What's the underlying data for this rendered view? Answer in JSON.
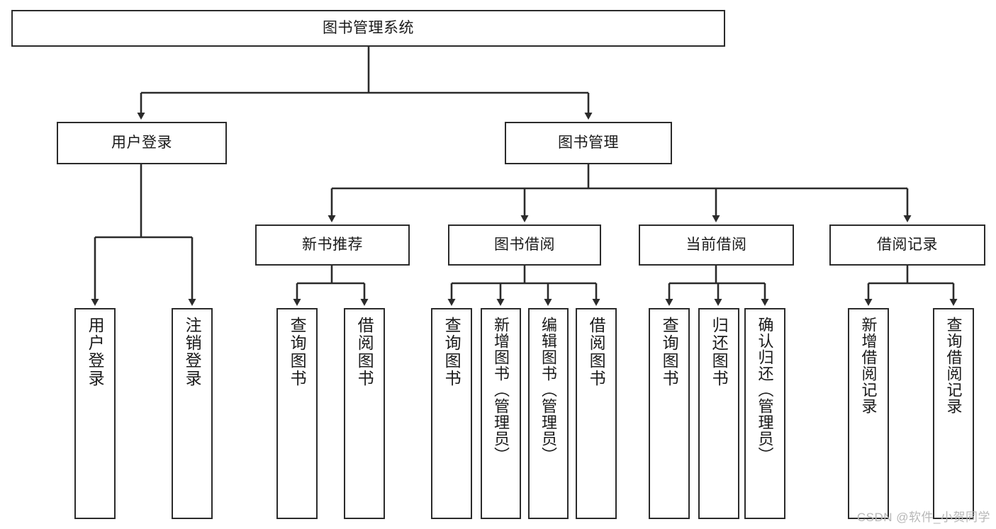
{
  "diagram": {
    "type": "tree-hierarchy-chart",
    "title": "图书管理系统",
    "watermark": "CSDN @软件_小贺同学",
    "colors": {
      "stroke": "#2b2b2b",
      "fill": "#ffffff",
      "text": "#1a1a1a",
      "watermark": "#b7b7b7",
      "background": "#ffffff"
    },
    "nodes": {
      "root": {
        "label": "图书管理系统",
        "level": 0,
        "orientation": "horizontal"
      },
      "level1": [
        {
          "id": "user-login",
          "label": "用户登录",
          "orientation": "horizontal"
        },
        {
          "id": "book-management",
          "label": "图书管理",
          "orientation": "horizontal"
        }
      ],
      "level2": [
        {
          "id": "new-book-recommend",
          "label": "新书推荐",
          "parent": "book-management",
          "orientation": "horizontal"
        },
        {
          "id": "book-borrow",
          "label": "图书借阅",
          "parent": "book-management",
          "orientation": "horizontal"
        },
        {
          "id": "current-borrow",
          "label": "当前借阅",
          "parent": "book-management",
          "orientation": "horizontal"
        },
        {
          "id": "borrow-record",
          "label": "借阅记录",
          "parent": "book-management",
          "orientation": "horizontal"
        }
      ],
      "leaves": [
        {
          "id": "leaf-user-login",
          "label": "用户登录",
          "parent": "user-login",
          "orientation": "vertical"
        },
        {
          "id": "leaf-user-logout",
          "label": "注销登录",
          "parent": "user-login",
          "orientation": "vertical"
        },
        {
          "id": "leaf-query-book-1",
          "label": "查询图书",
          "parent": "new-book-recommend",
          "orientation": "vertical"
        },
        {
          "id": "leaf-borrow-book-1",
          "label": "借阅图书",
          "parent": "new-book-recommend",
          "orientation": "vertical"
        },
        {
          "id": "leaf-query-book-2",
          "label": "查询图书",
          "parent": "book-borrow",
          "orientation": "vertical"
        },
        {
          "id": "leaf-add-book",
          "label": "新增图书（管理员）",
          "parent": "book-borrow",
          "orientation": "vertical"
        },
        {
          "id": "leaf-edit-book",
          "label": "编辑图书（管理员）",
          "parent": "book-borrow",
          "orientation": "vertical"
        },
        {
          "id": "leaf-borrow-book-2",
          "label": "借阅图书",
          "parent": "book-borrow",
          "orientation": "vertical"
        },
        {
          "id": "leaf-query-book-3",
          "label": "查询图书",
          "parent": "current-borrow",
          "orientation": "vertical"
        },
        {
          "id": "leaf-return-book",
          "label": "归还图书",
          "parent": "current-borrow",
          "orientation": "vertical"
        },
        {
          "id": "leaf-confirm-return",
          "label": "确认归还（管理员）",
          "parent": "current-borrow",
          "orientation": "vertical"
        },
        {
          "id": "leaf-add-record",
          "label": "新增借阅记录",
          "parent": "borrow-record",
          "orientation": "vertical"
        },
        {
          "id": "leaf-query-record",
          "label": "查询借阅记录",
          "parent": "borrow-record",
          "orientation": "vertical"
        }
      ]
    }
  }
}
